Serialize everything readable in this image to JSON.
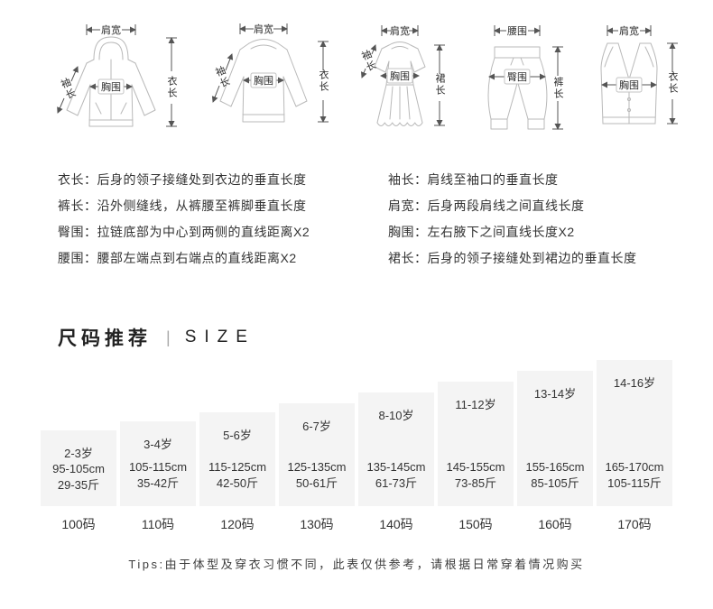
{
  "diagrams": {
    "jacket": {
      "top": "肩宽",
      "sleeve": "袖长",
      "chest": "胸围",
      "length": "衣长"
    },
    "sweater": {
      "top": "肩宽",
      "sleeve": "袖长",
      "chest": "胸围",
      "length": "衣长"
    },
    "dress": {
      "top": "肩宽",
      "sleeve": "袖长",
      "chest": "胸围",
      "length": "裙长"
    },
    "pants": {
      "top": "腰围",
      "hip": "臀围",
      "length": "裤长"
    },
    "vest": {
      "top": "肩宽",
      "chest": "胸围",
      "length": "衣长"
    }
  },
  "definitions": {
    "left": [
      "衣长：后身的领子接缝处到衣边的垂直长度",
      "裤长：沿外侧缝线，从裤腰至裤脚垂直长度",
      "臀围：拉链底部为中心到两侧的直线距离X2",
      "腰围：腰部左端点到右端点的直线距离X2"
    ],
    "right": [
      "袖长：肩线至袖口的垂直长度",
      "肩宽：后身两段肩线之间直线长度",
      "胸围：左右腋下之间直线长度X2",
      "裙长：后身的领子接缝处到裙边的垂直长度"
    ]
  },
  "size_section": {
    "title_cn": "尺码推荐",
    "divider": "|",
    "title_en": "SIZE",
    "items": [
      {
        "age": "2-3岁",
        "height": "95-105cm",
        "weight": "29-35斤",
        "code": "100码"
      },
      {
        "age": "3-4岁",
        "height": "105-115cm",
        "weight": "35-42斤",
        "code": "110码"
      },
      {
        "age": "5-6岁",
        "height": "115-125cm",
        "weight": "42-50斤",
        "code": "120码"
      },
      {
        "age": "6-7岁",
        "height": "125-135cm",
        "weight": "50-61斤",
        "code": "130码"
      },
      {
        "age": "8-10岁",
        "height": "135-145cm",
        "weight": "61-73斤",
        "code": "140码"
      },
      {
        "age": "11-12岁",
        "height": "145-155cm",
        "weight": "73-85斤",
        "code": "150码"
      },
      {
        "age": "13-14岁",
        "height": "155-165cm",
        "weight": "85-105斤",
        "code": "160码"
      },
      {
        "age": "14-16岁",
        "height": "165-170cm",
        "weight": "105-115斤",
        "code": "170码"
      }
    ],
    "tips": "Tips:由于体型及穿衣习惯不同，此表仅供参考，请根据日常穿着情况购买"
  }
}
